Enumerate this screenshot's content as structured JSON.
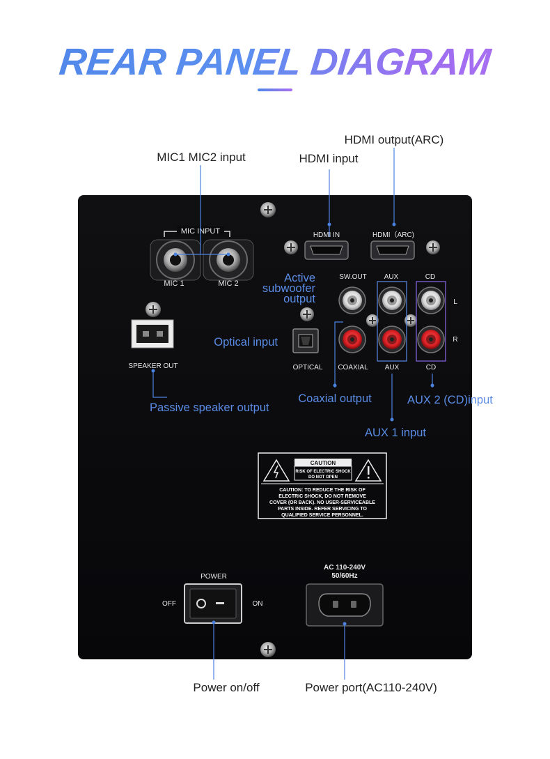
{
  "title": "REAR PANEL DIAGRAM",
  "labels": {
    "mic_input": "MIC1 MIC2 input",
    "hdmi_input": "HDMI input",
    "hdmi_output": "HDMI output(ARC)",
    "active_sub_1": "Active",
    "active_sub_2": "subwoofer",
    "active_sub_3": "output",
    "optical_input": "Optical input",
    "passive_speaker": "Passive speaker output",
    "coaxial_output": "Coaxial output",
    "aux2_input": "AUX 2 (CD)input",
    "aux1_input": "AUX 1 input",
    "power_onoff": "Power on/off",
    "power_port": "Power port(AC110-240V)"
  },
  "silkscreen": {
    "mic_input": "MIC INPUT",
    "mic1": "MIC 1",
    "mic2": "MIC 2",
    "hdmi_in": "HDMI IN",
    "hdmi_arc": "HDMI（ARC)",
    "sw_out": "SW.OUT",
    "aux_top": "AUX",
    "cd_top": "CD",
    "l": "L",
    "r": "R",
    "optical": "OPTICAL",
    "coaxial": "COAXIAL",
    "aux_bottom": "AUX",
    "cd_bottom": "CD",
    "speaker_out": "SPEAKER OUT",
    "power": "POWER",
    "off": "OFF",
    "on": "ON",
    "ac_1": "AC 110-240V",
    "ac_2": "50/60Hz"
  },
  "caution": {
    "header": "CAUTION",
    "sub_1": "RISK OF ELECTRIC SHOCK",
    "sub_2": "DO NOT OPEN",
    "line_1": "CAUTION:  TO REDUCE THE RISK OF",
    "line_2": "ELECTRIC SHOCK, DO NOT REMOVE",
    "line_3": "COVER (OR BACK).  NO USER-SERVICEABLE",
    "line_4": "PARTS INSIDE.  REFER SERVICING TO",
    "line_5": "QUALIFIED SERVICE PERSONNEL."
  },
  "colors": {
    "panel": "#0c0c0e",
    "label_blue": "#5a8ce6",
    "label_purple": "#8a67e8",
    "rca_red": "#e0262a",
    "rca_white": "#f2f2f2"
  }
}
